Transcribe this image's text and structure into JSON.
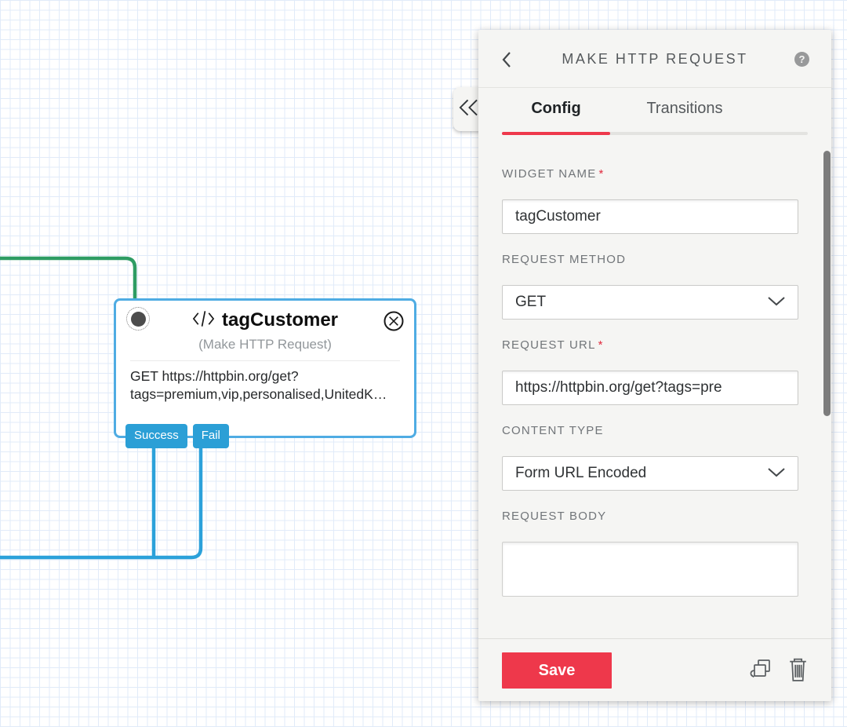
{
  "canvas": {
    "widget": {
      "name": "tagCustomer",
      "type_label": "(Make HTTP Request)",
      "body_line1": "GET https://httpbin.org/get?",
      "body_line2": "tags=premium,vip,personalised,UnitedK…",
      "transitions": [
        {
          "label": "Success"
        },
        {
          "label": "Fail"
        }
      ]
    },
    "icons": {
      "widget_type": "code-angle-brackets",
      "widget_delete": "circle-x",
      "connector_dot": "filled-circle-dotted-ring"
    },
    "colors": {
      "grid_line": "#e1ebf9",
      "connector_green": "#2e9c63",
      "connector_blue": "#2ba1da",
      "widget_border": "#4face3",
      "badge_bg": "#2b9fd6"
    }
  },
  "panel": {
    "title": "MAKE HTTP REQUEST",
    "required_mark": "*",
    "tabs": {
      "config": "Config",
      "transitions": "Transitions"
    },
    "fields": {
      "widget_name": {
        "label": "WIDGET NAME",
        "value": "tagCustomer"
      },
      "request_method": {
        "label": "REQUEST METHOD",
        "value": "GET"
      },
      "request_url": {
        "label": "REQUEST URL",
        "value": "https://httpbin.org/get?tags=pre"
      },
      "content_type": {
        "label": "CONTENT TYPE",
        "value": "Form URL Encoded"
      },
      "request_body": {
        "label": "REQUEST BODY",
        "value": ""
      }
    },
    "footer": {
      "save_label": "Save"
    },
    "icons": {
      "back": "chevron-left",
      "help": "question-circle",
      "collapse": "double-chevron-left",
      "dropdown": "chevron-down",
      "duplicate": "copy-squares",
      "delete": "trash-can"
    },
    "colors": {
      "accent_red": "#ee384b",
      "panel_bg": "#f5f5f3"
    }
  }
}
